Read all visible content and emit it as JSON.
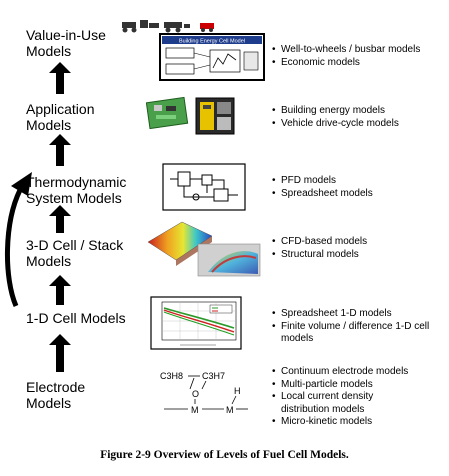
{
  "levels": [
    {
      "lines": [
        "Value-in-Use",
        "Models"
      ],
      "bullets": [
        "Well-to-wheels / busbar models",
        "Economic models"
      ]
    },
    {
      "lines": [
        "Application",
        "Models"
      ],
      "bullets": [
        "Building energy models",
        "Vehicle drive-cycle models"
      ]
    },
    {
      "lines": [
        "Thermodynamic",
        "System Models"
      ],
      "bullets": [
        "PFD models",
        "Spreadsheet models"
      ]
    },
    {
      "lines": [
        "3-D Cell / Stack",
        "Models"
      ],
      "bullets": [
        "CFD-based models",
        "Structural models"
      ]
    },
    {
      "lines": [
        "1-D Cell Models"
      ],
      "bullets": [
        "Spreadsheet 1-D models",
        "Finite volume / difference 1-D cell",
        "models"
      ]
    },
    {
      "lines": [
        "Electrode",
        "Models"
      ],
      "bullets": [
        "Continuum electrode models",
        "Multi-particle models",
        "Local current density",
        "distribution models",
        "Micro-kinetic models"
      ]
    }
  ],
  "thumbs": {
    "value_in_use_box_title": "Building Energy Cell Model",
    "molecule": {
      "left_formula": "C3H8",
      "right_formula": "C3H7",
      "atom_o": "O",
      "atom_m": "M",
      "atom_h": "H"
    }
  },
  "caption": "Figure 2-9  Overview of Levels of Fuel Cell Models.",
  "colors": {
    "arrow": "#000000",
    "text": "#000000"
  }
}
